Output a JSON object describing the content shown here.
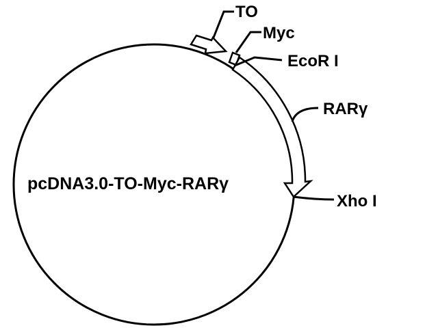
{
  "plasmid": {
    "name": "pcDNA3.0-TO-Myc-RARγ"
  },
  "features": {
    "to": "TO",
    "myc": "Myc",
    "ecori": "EcoR I",
    "rar": "RARγ",
    "xhoi": "Xho I"
  },
  "colors": {
    "line": "#000000",
    "background": "#ffffff"
  }
}
